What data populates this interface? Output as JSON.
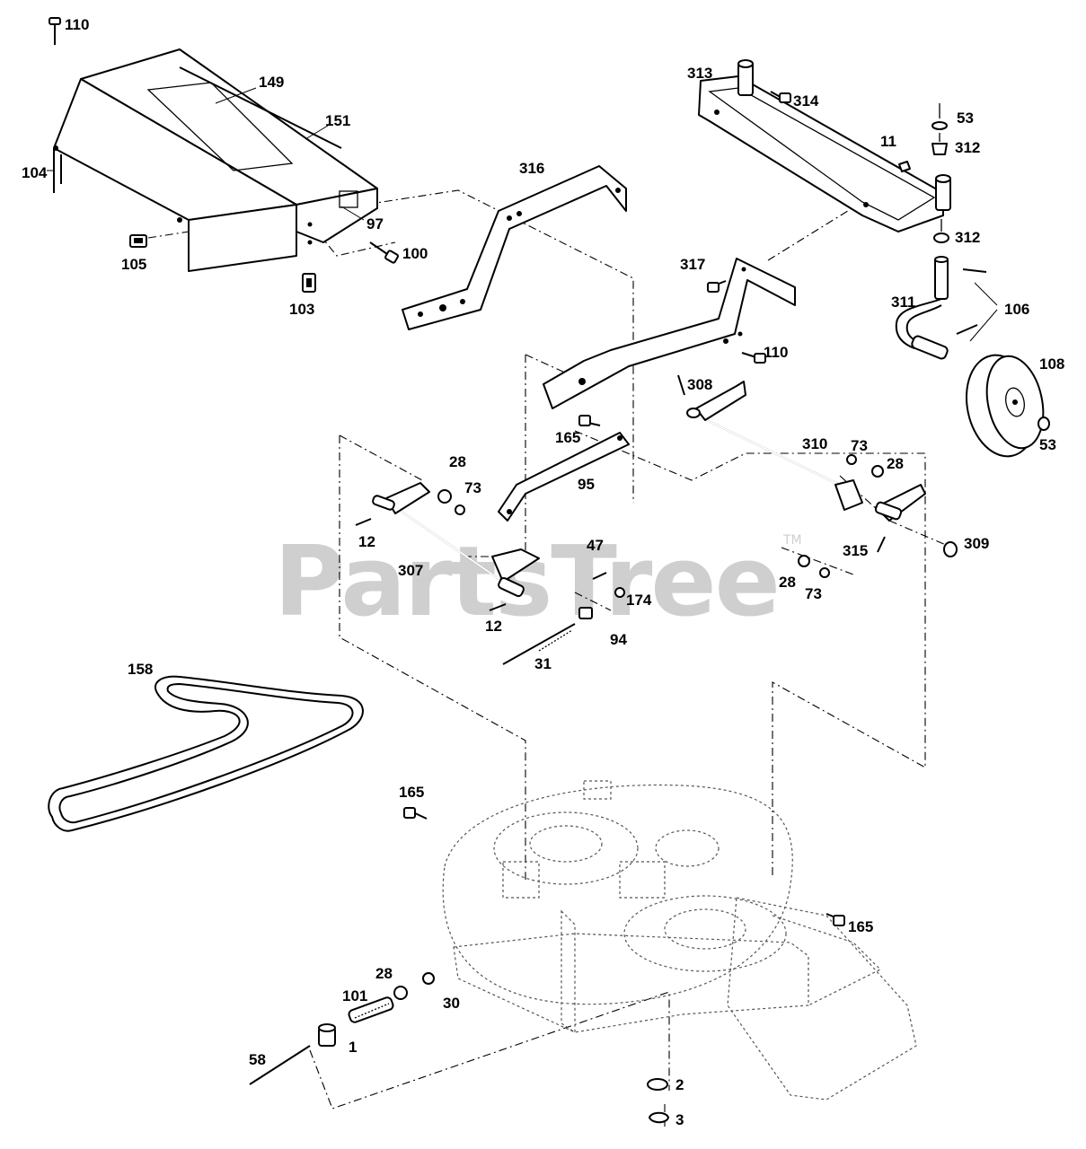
{
  "watermark": {
    "text": "PartsTree",
    "trademark": "TM"
  },
  "callouts": [
    {
      "id": "c110a",
      "label": "110"
    },
    {
      "id": "c149",
      "label": "149"
    },
    {
      "id": "c151",
      "label": "151"
    },
    {
      "id": "c104",
      "label": "104"
    },
    {
      "id": "c97",
      "label": "97"
    },
    {
      "id": "c105",
      "label": "105"
    },
    {
      "id": "c100",
      "label": "100"
    },
    {
      "id": "c103",
      "label": "103"
    },
    {
      "id": "c316",
      "label": "316"
    },
    {
      "id": "c313",
      "label": "313"
    },
    {
      "id": "c314",
      "label": "314"
    },
    {
      "id": "c53a",
      "label": "53"
    },
    {
      "id": "c11",
      "label": "11"
    },
    {
      "id": "c312a",
      "label": "312"
    },
    {
      "id": "c312b",
      "label": "312"
    },
    {
      "id": "c317",
      "label": "317"
    },
    {
      "id": "c311",
      "label": "311"
    },
    {
      "id": "c106",
      "label": "106"
    },
    {
      "id": "c110b",
      "label": "110"
    },
    {
      "id": "c108",
      "label": "108"
    },
    {
      "id": "c308",
      "label": "308"
    },
    {
      "id": "c53b",
      "label": "53"
    },
    {
      "id": "c165a",
      "label": "165"
    },
    {
      "id": "c310",
      "label": "310"
    },
    {
      "id": "c73a",
      "label": "73"
    },
    {
      "id": "c28a",
      "label": "28"
    },
    {
      "id": "c28b",
      "label": "28"
    },
    {
      "id": "c73b",
      "label": "73"
    },
    {
      "id": "c95",
      "label": "95"
    },
    {
      "id": "c12a",
      "label": "12"
    },
    {
      "id": "c309",
      "label": "309"
    },
    {
      "id": "c315",
      "label": "315"
    },
    {
      "id": "c47",
      "label": "47"
    },
    {
      "id": "c307",
      "label": "307"
    },
    {
      "id": "c28c",
      "label": "28"
    },
    {
      "id": "c73c",
      "label": "73"
    },
    {
      "id": "c174",
      "label": "174"
    },
    {
      "id": "c12b",
      "label": "12"
    },
    {
      "id": "c94",
      "label": "94"
    },
    {
      "id": "c31",
      "label": "31"
    },
    {
      "id": "c158",
      "label": "158"
    },
    {
      "id": "c165b",
      "label": "165"
    },
    {
      "id": "c165c",
      "label": "165"
    },
    {
      "id": "c28d",
      "label": "28"
    },
    {
      "id": "c101",
      "label": "101"
    },
    {
      "id": "c30",
      "label": "30"
    },
    {
      "id": "c1",
      "label": "1"
    },
    {
      "id": "c58",
      "label": "58"
    },
    {
      "id": "c2",
      "label": "2"
    },
    {
      "id": "c3",
      "label": "3"
    }
  ]
}
